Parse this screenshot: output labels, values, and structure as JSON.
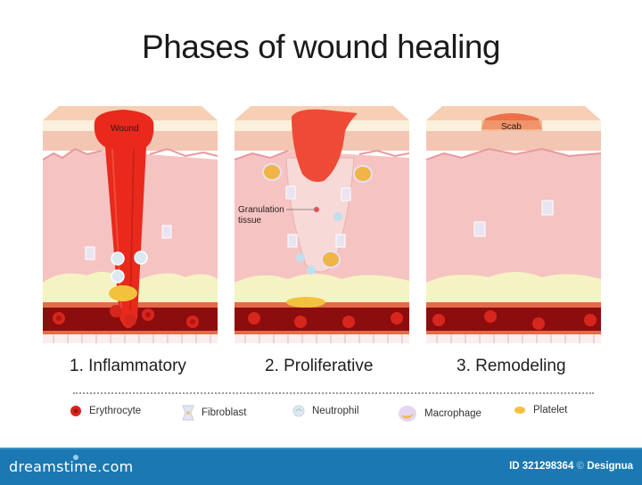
{
  "title": "Phases of wound healing",
  "panels": [
    {
      "id": "inflammatory",
      "label": "1. Inflammatory",
      "annotation": "Wound"
    },
    {
      "id": "proliferative",
      "label": "2. Proliferative",
      "annotation_line1": "Granulation",
      "annotation_line2": "tissue"
    },
    {
      "id": "remodeling",
      "label": "3. Remodeling",
      "annotation": "Scab"
    }
  ],
  "legend": [
    {
      "icon": "erythrocyte-icon",
      "label": "Erythrocyte",
      "color": "#d7261e"
    },
    {
      "icon": "fibroblast-icon",
      "label": "Fibroblast",
      "color": "#e4e6f5"
    },
    {
      "icon": "neutrophil-icon",
      "label": "Neutrophil",
      "color": "#d8e8f0"
    },
    {
      "icon": "macrophage-icon",
      "label": "Macrophage",
      "color": "#f0b545"
    },
    {
      "icon": "platelet-icon",
      "label": "Platelet",
      "color": "#f2c23c"
    }
  ],
  "footer": {
    "brand": "dreamstime.com",
    "id_text": "ID 321298364",
    "copyright_symbol": "©",
    "author": "Designua"
  },
  "colors": {
    "epidermis": "#f6cfb4",
    "stratum": "#fbf0dc",
    "dermis": "#f5c4c2",
    "fat": "#f5f3c4",
    "vessel": "#8c0d0d",
    "wound": "#e8291c",
    "footer_bg": "#1b78b2"
  }
}
